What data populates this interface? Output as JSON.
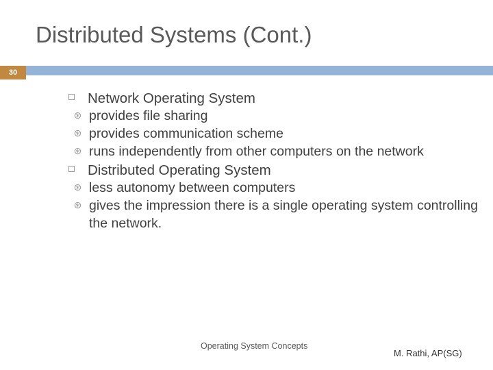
{
  "slide": {
    "title": "Distributed Systems (Cont.)",
    "number": "30",
    "accent_bar_color": "#95b3d7",
    "number_box_color": "#c0893f",
    "bullets": [
      {
        "text": "Network Operating System",
        "children": [
          "provides file sharing",
          "provides communication scheme",
          "runs independently from other computers on the network"
        ]
      },
      {
        "text": "Distributed Operating System",
        "children": [
          "less autonomy between computers",
          "gives the impression there is a single operating system controlling the network."
        ]
      }
    ],
    "footer_left": "Operating System Concepts",
    "footer_right": "M. Rathi, AP(SG)",
    "bullet_glyph_level2": "⊛"
  }
}
